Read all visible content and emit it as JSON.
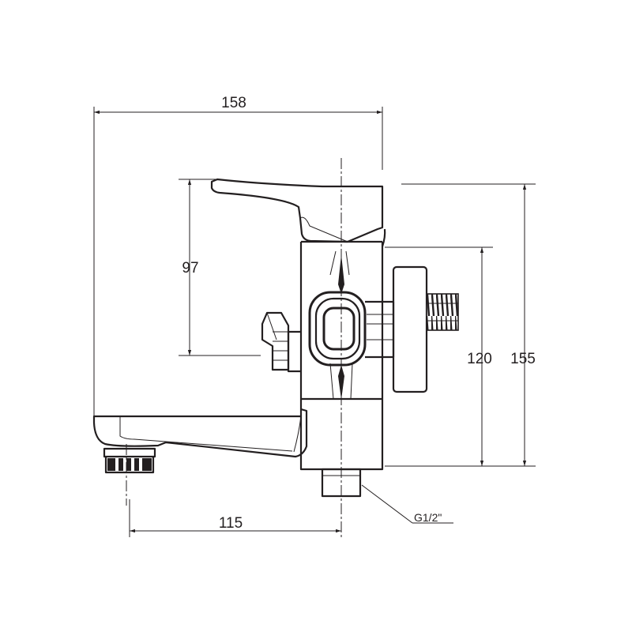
{
  "dimensions": {
    "overall_width": "158",
    "lever_height": "97",
    "body_height": "120",
    "overall_height": "155",
    "spout_reach": "115"
  },
  "callouts": {
    "thread": "G1/2\""
  },
  "colors": {
    "line": "#231f20",
    "background": "#ffffff"
  }
}
